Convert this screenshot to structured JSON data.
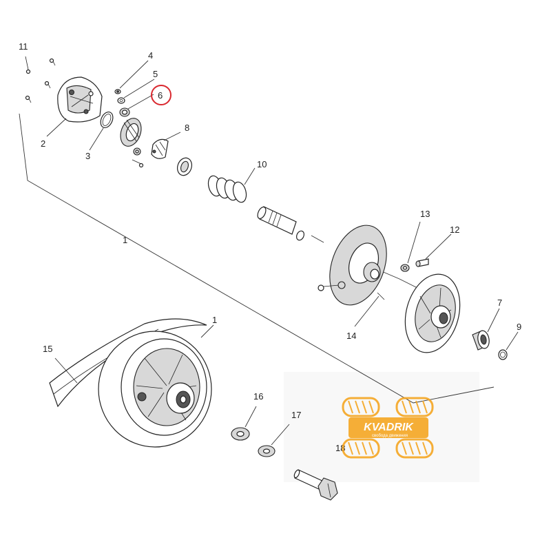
{
  "callouts": [
    {
      "id": "c11",
      "text": "11"
    },
    {
      "id": "c4",
      "text": "4"
    },
    {
      "id": "c5",
      "text": "5"
    },
    {
      "id": "c6",
      "text": "6"
    },
    {
      "id": "c2",
      "text": "2"
    },
    {
      "id": "c3",
      "text": "3"
    },
    {
      "id": "c8",
      "text": "8"
    },
    {
      "id": "c10",
      "text": "10"
    },
    {
      "id": "c1a",
      "text": "1"
    },
    {
      "id": "c13",
      "text": "13"
    },
    {
      "id": "c12",
      "text": "12"
    },
    {
      "id": "c14",
      "text": "14"
    },
    {
      "id": "c7",
      "text": "7"
    },
    {
      "id": "c9",
      "text": "9"
    },
    {
      "id": "c1b",
      "text": "1"
    },
    {
      "id": "c15",
      "text": "15"
    },
    {
      "id": "c16",
      "text": "16"
    },
    {
      "id": "c17",
      "text": "17"
    },
    {
      "id": "c18",
      "text": "18"
    }
  ],
  "highlight": {
    "part": "6",
    "color": "#d9272e"
  },
  "watermark": {
    "brand": "KVADRIK",
    "tagline": "свобода движения",
    "color": "#f5a623"
  }
}
